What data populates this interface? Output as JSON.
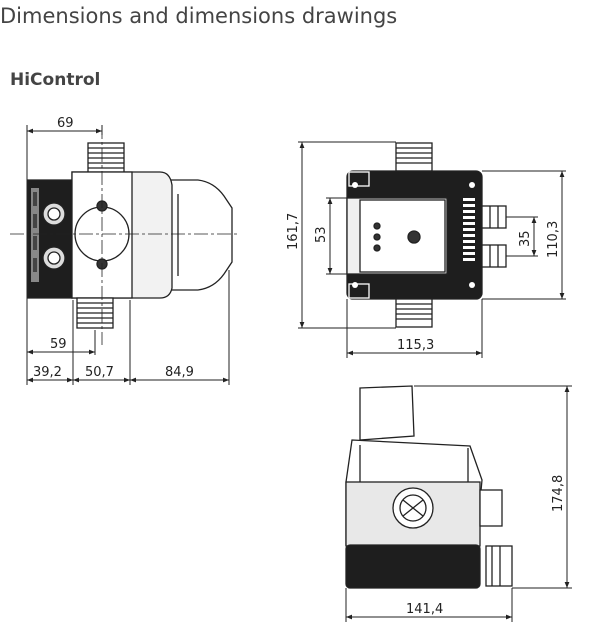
{
  "page": {
    "title": "Dimensions and dimensions drawings",
    "section_title": "HiControl"
  },
  "drawing": {
    "front_view": {
      "width_top": "69",
      "offset_inlet": "59",
      "segment_left": "39,2",
      "segment_mid": "50,7",
      "segment_right": "84,9"
    },
    "side_view": {
      "height_total": "161,7",
      "height_plate": "53",
      "height_cable": "35",
      "height_right": "110,3",
      "width_bottom": "115,3"
    },
    "bottom_view": {
      "height_total": "174,8",
      "width_total": "141,4"
    }
  },
  "colors": {
    "line": "#222222",
    "body_dark": "#1e1e1e",
    "body_mid": "#e8e8e8",
    "background": "#ffffff"
  }
}
